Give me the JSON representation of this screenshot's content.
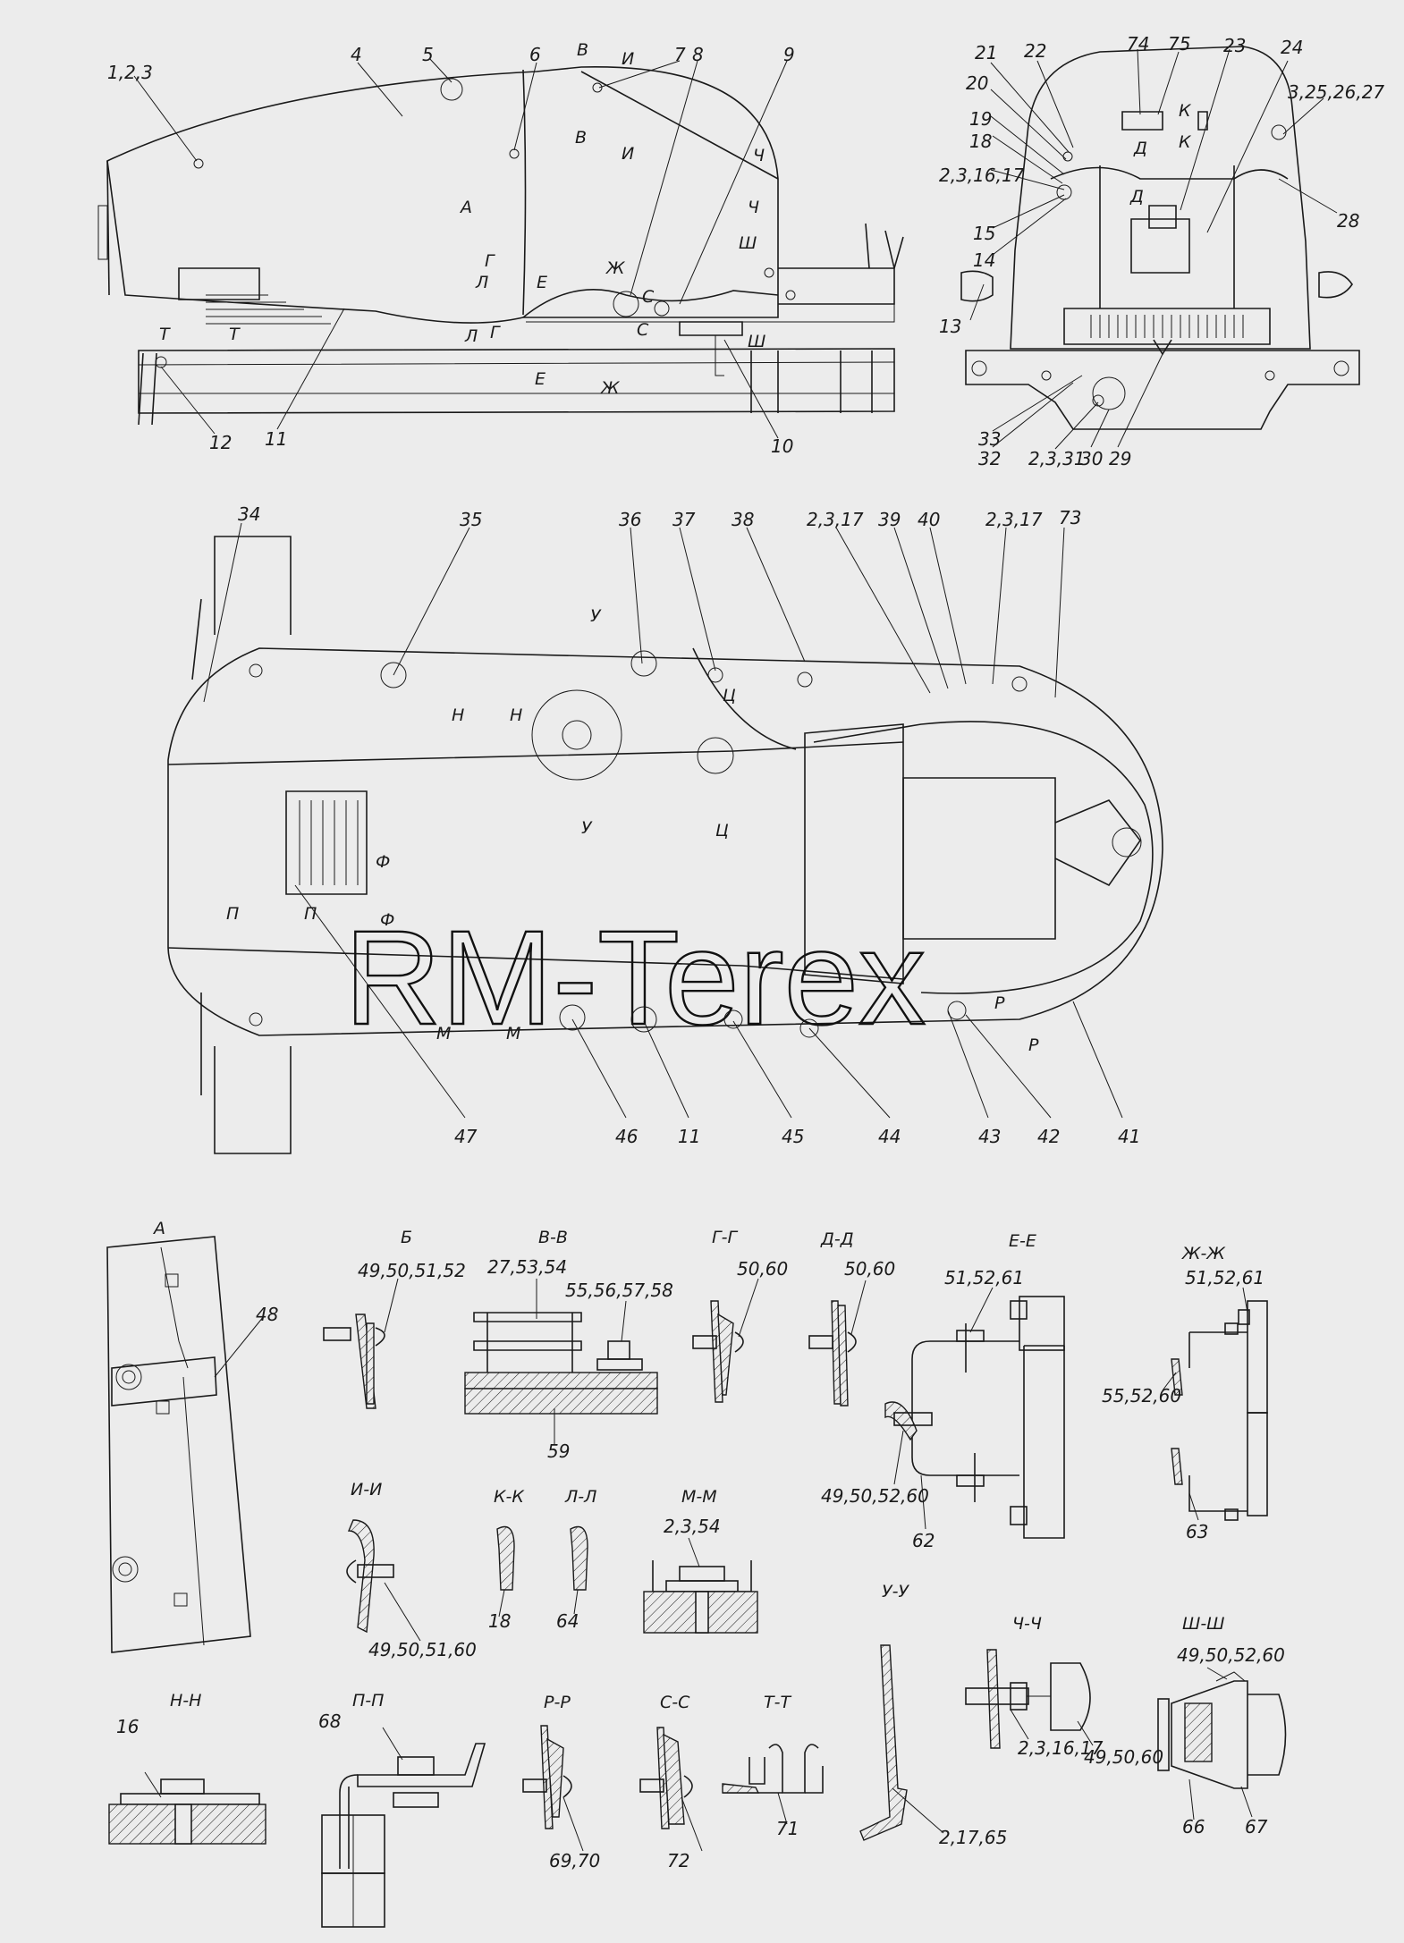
{
  "watermark": "RM-Terex",
  "callouts": {
    "side": [
      "1,2,3",
      "4",
      "5",
      "6",
      "7",
      "8",
      "9",
      "10",
      "11",
      "12"
    ],
    "front": [
      "21",
      "22",
      "74",
      "75",
      "23",
      "24",
      "3,25,26,27",
      "20",
      "19",
      "18",
      "2,3,16,17",
      "15",
      "14",
      "13",
      "28",
      "33",
      "32",
      "2,3,31",
      "30",
      "29"
    ],
    "top_upper": [
      "34",
      "35",
      "36",
      "37",
      "38",
      "2,3,17",
      "39",
      "40",
      "2,3,17",
      "73"
    ],
    "top_lower": [
      "47",
      "46",
      "11",
      "45",
      "44",
      "43",
      "42",
      "41"
    ],
    "details": [
      "48",
      "49,50,51,52",
      "27,53,54",
      "55,56,57,58",
      "59",
      "50,60",
      "50,60",
      "51,52,61",
      "49,50,52,60",
      "62",
      "51,52,61",
      "55,52,60",
      "63",
      "49,50,51,60",
      "18",
      "64",
      "2,3,54",
      "2,17,65",
      "2,3,16,17",
      "49,50,60",
      "49,50,52,60",
      "66",
      "67",
      "16",
      "68",
      "69,70",
      "72",
      "71"
    ]
  },
  "section_marks": [
    "В",
    "И",
    "В",
    "И",
    "Ч",
    "Ч",
    "Ш",
    "Ш",
    "А",
    "Г",
    "Л",
    "Е",
    "Ж",
    "С",
    "С",
    "Л",
    "Г",
    "Т",
    "Т",
    "Е",
    "Ж",
    "К",
    "К",
    "Д",
    "Д",
    "У",
    "Н",
    "Н",
    "Ц",
    "У",
    "Ц",
    "Ф",
    "Ф",
    "П",
    "П",
    "М",
    "М",
    "Р",
    "Р"
  ],
  "section_titles": [
    "А",
    "Б",
    "В-В",
    "Г-Г",
    "Д-Д",
    "Е-Е",
    "Ж-Ж",
    "И-И",
    "К-К",
    "Л-Л",
    "М-М",
    "У-У",
    "Ч-Ч",
    "Ш-Ш",
    "Н-Н",
    "П-П",
    "Р-Р",
    "С-С",
    "Т-Т"
  ]
}
